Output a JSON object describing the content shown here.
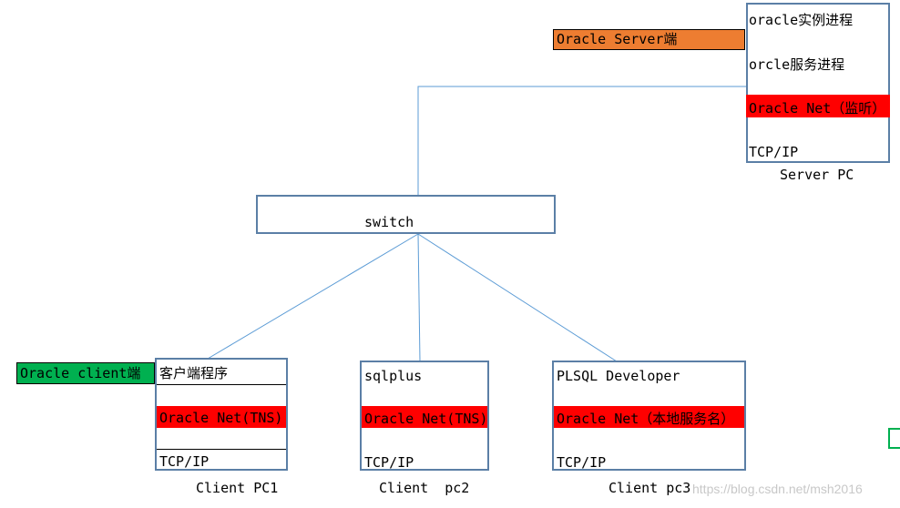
{
  "server": {
    "side_label": "Oracle Server端",
    "rows": [
      "oracle实例进程",
      "orcle服务进程",
      "Oracle Net（监听）",
      "TCP/IP"
    ],
    "caption": "Server PC"
  },
  "switch": {
    "label": "switch"
  },
  "client_side_label": "Oracle client端",
  "clients": [
    {
      "rows": [
        "客户端程序",
        "Oracle Net(TNS)",
        "TCP/IP"
      ],
      "caption": "Client PC1"
    },
    {
      "rows": [
        "sqlplus",
        "Oracle Net(TNS)",
        "TCP/IP"
      ],
      "caption": "Client  pc2"
    },
    {
      "rows": [
        "PLSQL Developer",
        "Oracle Net（本地服务名）",
        "TCP/IP"
      ],
      "caption": "Client pc3"
    }
  ],
  "watermark": "https://blog.csdn.net/msh2016",
  "colors": {
    "server_label_bg": "#ed7d31",
    "client_label_bg": "#00b050",
    "net_layer_bg": "#ff0000",
    "line": "#5b9bd5"
  }
}
